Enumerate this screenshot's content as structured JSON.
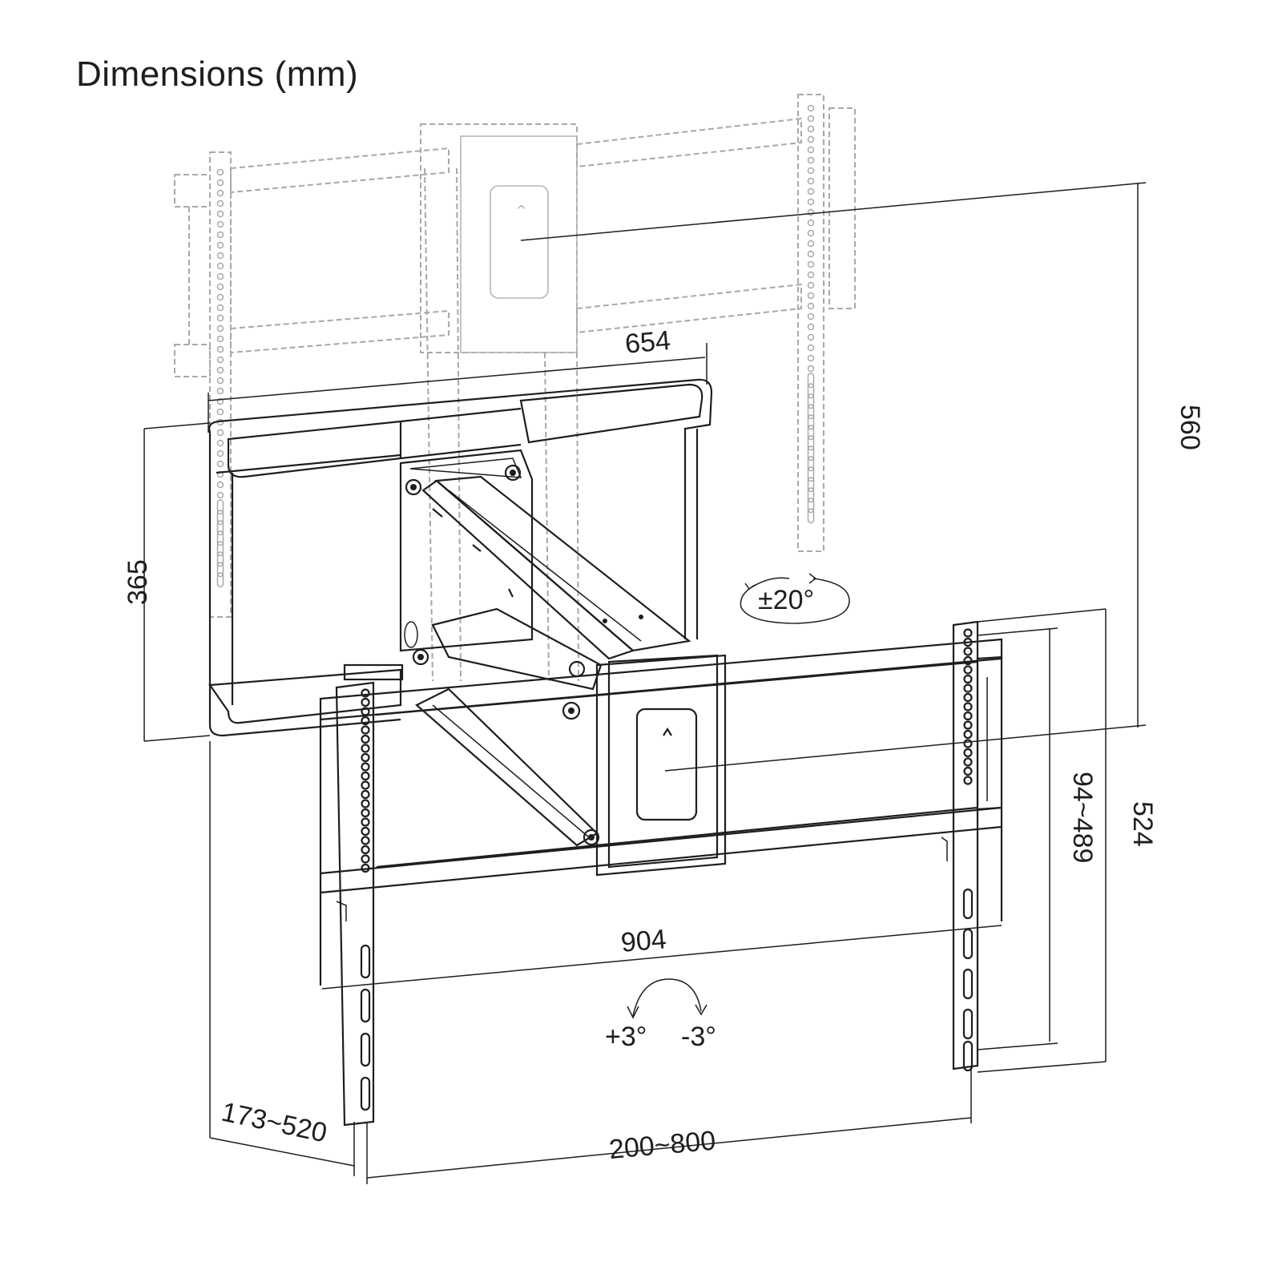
{
  "title": "Dimensions (mm)",
  "dimensions": {
    "width_654": "654",
    "height_560": "560",
    "height_365": "365",
    "swivel": "±20°",
    "height_524": "524",
    "range_94_489": "94~489",
    "width_904": "904",
    "tilt_plus": "+3°",
    "tilt_minus": "-3°",
    "depth_173_520": "173~520",
    "range_200_800": "200~800"
  }
}
